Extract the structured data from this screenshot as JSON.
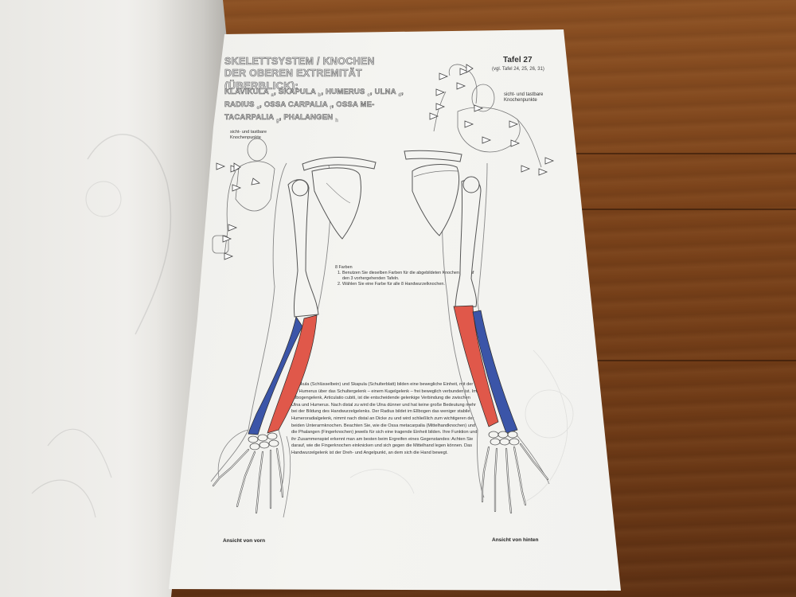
{
  "title": {
    "line1": "SKELETTSYSTEM / KNOCHEN",
    "line2": "DER OBEREN EXTREMITÄT",
    "line3": "(ÜBERBLICK):"
  },
  "labels_line1": [
    "KLAVIKULA",
    "a",
    "SKAPULA",
    "b",
    "HUMERUS",
    "c",
    "ULNA",
    "d"
  ],
  "labels_line2": [
    "RADIUS",
    "e",
    "OSSA CARPALIA",
    "f",
    "OSSA ME-"
  ],
  "labels_line3": [
    "TACARPALIA",
    "g",
    "PHALANGEN",
    "h"
  ],
  "plate": {
    "number": "Tafel 27",
    "ref": "(vgl. Tafel 24, 25, 26, 31)"
  },
  "palpable_points": {
    "line1": "sicht- und tastbare",
    "line2": "Knochenpunkte"
  },
  "instructions": {
    "heading": "8 Farben",
    "items": [
      "Benutzen Sie dieselben Farben für die ab­gebildeten Knochen wie auf den 3 vorher­gehenden Tafeln.",
      "Wählen Sie eine Farbe für alle 8 Handwur­zelknochen."
    ]
  },
  "paragraph": "Klavikula (Schlüsselbein) und Skapula (Schulterblatt) bilden eine bewegliche Einheit, mit der der Humerus über das Schultergelenk – einem Kugelgelenk – frei beweglich verbunden ist. Im Ellbogen­gelenk, Articulatio cubiti, ist die entscheidende gelenkige Verbin­dung die zwischen Ulna und Humerus. Nach distal zu wird die Ulna dünner und hat keine große Bedeutung mehr bei der Bildung des Handwurzelgelenks. Der Radius bildet im Ellbogen das weniger stabile Humeroradialgelenk, nimmt nach distal an Dicke zu und wird schließlich zum wichtigeren der beiden Unterarmknochen. Beachten Sie, wie die Ossa metacarpalia (Mittelhandknochen) und die Phalangen (Fingerknochen) jeweils für sich eine tragende Ein­heit bilden. Ihre Funktion und ihr Zusammenspiel erkennt man am besten beim Ergreifen eines Gegenstandes: Achten Sie darauf, wie die Fingerknochen einknicken und sich gegen die Mittelhand legen können. Das Handwurzelgelenk ist der Dreh- und Angel­punkt, an dem sich die Hand bewegt.",
  "captions": {
    "front": "Ansicht von vorn",
    "back": "Ansicht von hinten"
  },
  "colors": {
    "ulna_blue": "#3b55a8",
    "radius_red": "#e0584a",
    "wood": "#7a421a",
    "paper": "#f2f2ef"
  }
}
